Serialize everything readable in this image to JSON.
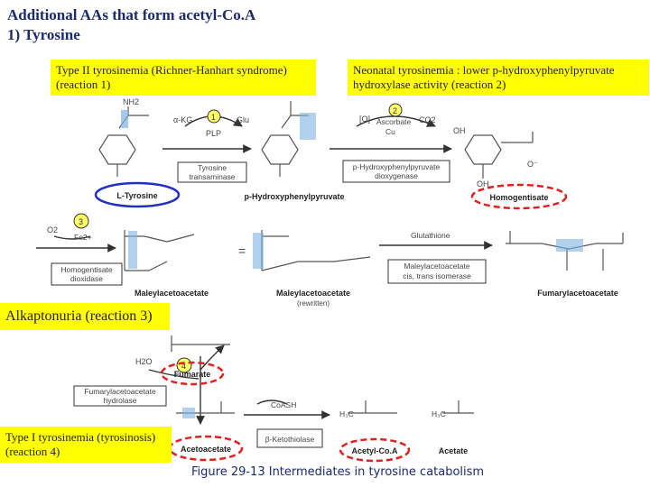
{
  "title": {
    "line1": "Additional AAs that form acetyl-Co.A",
    "line2": "1) Tyrosine"
  },
  "labels": {
    "box1": "Type II tyrosinemia (Richner-Hanhart syndrome) (reaction 1)",
    "box2": "Neonatal tyrosinemia : lower p-hydroxyphenylpyruvate hydroxylase activity (reaction 2)",
    "box3": "Alkaptonuria (reaction 3)",
    "box4": "Type I tyrosinemia (tyrosinosis) (reaction 4)"
  },
  "compounds": {
    "tyrosine": "L-Tyrosine",
    "hpp": "p-Hydroxyphenylpyruvate",
    "homogentisate": "Homogentisate",
    "maleyl1": "Maleylacetoacetate",
    "maleyl2": "Maleylacetoacetate",
    "maleyl2_sub": "(rewritten)",
    "fumarylaceto": "Fumarylacetoacetate",
    "fumarate": "Fumarate",
    "acetoacetate": "Acetoacetate",
    "acetylcoa": "Acetyl-Co.A",
    "acetate": "Acetate"
  },
  "enzymes": {
    "e1_line1": "Tyrosine",
    "e1_line2": "transaminase",
    "e2_line1": "p-Hydroxyphenylpyruvate",
    "e2_line2": "dioxygenase",
    "e3_line1": "Homogentisate",
    "e3_line2": "dioxidase",
    "e4_line1": "Maleylacetoacetate",
    "e4_line2": "cis, trans isomerase",
    "e5_line1": "Fumarylacetoacetate",
    "e5_line2": "hydrolase",
    "e6": "β-Ketothiolase"
  },
  "cofactors": {
    "akg": "α-KG",
    "glu": "Glu",
    "plp": "PLP",
    "o": "[O]",
    "ascorbate": "Ascorbate",
    "cu": "Cu",
    "co2": "CO2",
    "o2": "O2",
    "fe": "Fe2+",
    "glutathione": "Glutathione",
    "h2o": "H2O",
    "coash": "CoASH"
  },
  "steps": [
    "1",
    "2",
    "3",
    "4"
  ],
  "caption": "Figure 29-13 Intermediates in tyrosine catabolism",
  "colors": {
    "highlight": "#ffff00",
    "title": "#1a2a6c",
    "ellipse_solid": "#1f2fbf",
    "ellipse_dashed": "#e02020",
    "accent_blue": "#7fb2e0",
    "diagram": "#444444"
  }
}
